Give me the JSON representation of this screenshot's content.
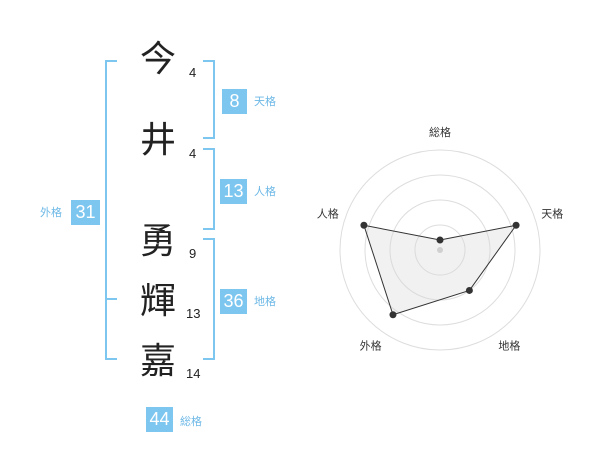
{
  "name_chars": [
    {
      "char": "今",
      "strokes": "4"
    },
    {
      "char": "井",
      "strokes": "4"
    },
    {
      "char": "勇",
      "strokes": "9"
    },
    {
      "char": "輝",
      "strokes": "13"
    },
    {
      "char": "嘉",
      "strokes": "14"
    }
  ],
  "kaku": {
    "tenkaku": {
      "value": "8",
      "label": "天格"
    },
    "jinkaku": {
      "value": "13",
      "label": "人格"
    },
    "chikaku": {
      "value": "36",
      "label": "地格"
    },
    "gaikaku": {
      "value": "31",
      "label": "外格"
    },
    "soukaku": {
      "value": "44",
      "label": "総格"
    }
  },
  "colors": {
    "accent": "#7dc6f0",
    "label": "#6cb8e6"
  },
  "chart_data": {
    "type": "radar",
    "axes": [
      "総格",
      "天格",
      "地格",
      "外格",
      "人格"
    ],
    "values": [
      0.1,
      0.8,
      0.5,
      0.8,
      0.8
    ],
    "rings": 4,
    "range": [
      0,
      1
    ]
  }
}
